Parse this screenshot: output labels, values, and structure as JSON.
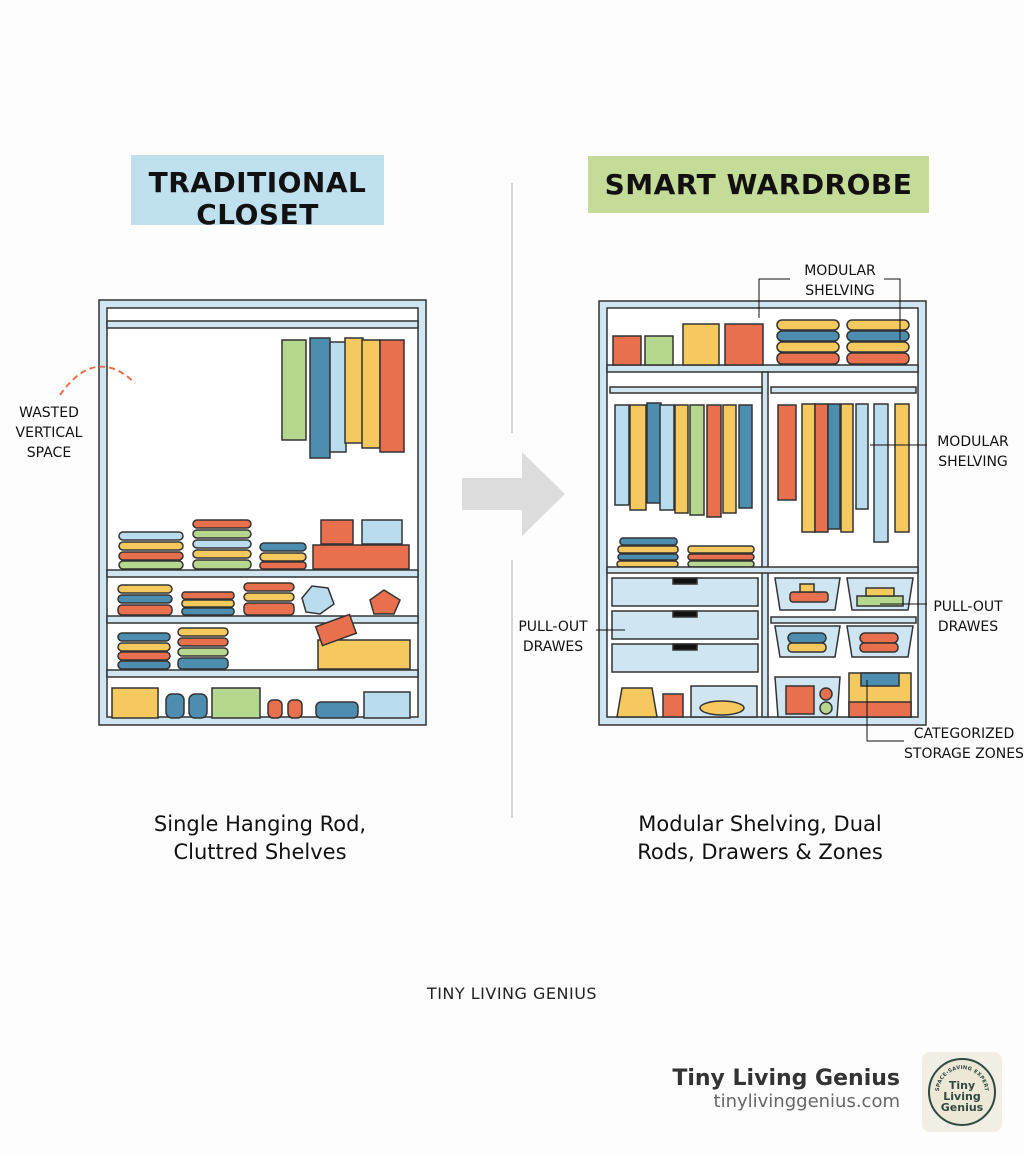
{
  "left": {
    "title": "TRADITIONAL CLOSET",
    "annotation": "WASTED VERTICAL SPACE",
    "caption_line1": "Single Hanging Rod,",
    "caption_line2": "Cluttred Shelves"
  },
  "right": {
    "title": "SMART WARDROBE",
    "annotations": {
      "modular_top": "MODULAR SHELVING",
      "modular_side": "MODULAR SHELVING",
      "pullout_left": "PULL-OUT DRAWES",
      "pullout_right": "PULL-OUT DRAWES",
      "categorized": "CATEGORIZED STORAGE ZONES"
    },
    "caption_line1": "Modular Shelving, Dual",
    "caption_line2": "Rods, Drawers & Zones"
  },
  "footer": "TINY LIVING GENIUS",
  "brand": {
    "name": "Tiny Living Genius",
    "url": "tinylivinggenius.com",
    "badge_text": "Tiny Living Genius",
    "badge_arc": "SPACE-SAVING EXPERT"
  },
  "colors": {
    "frame": "#cfe6f2",
    "orange": "#e8704f",
    "yellow": "#f5c95e",
    "blue": "#4d8db0",
    "lightblue": "#b9dcef",
    "green": "#b5d88e",
    "left_title_bg": "#bfe0ef",
    "right_title_bg": "#c4dc98"
  }
}
